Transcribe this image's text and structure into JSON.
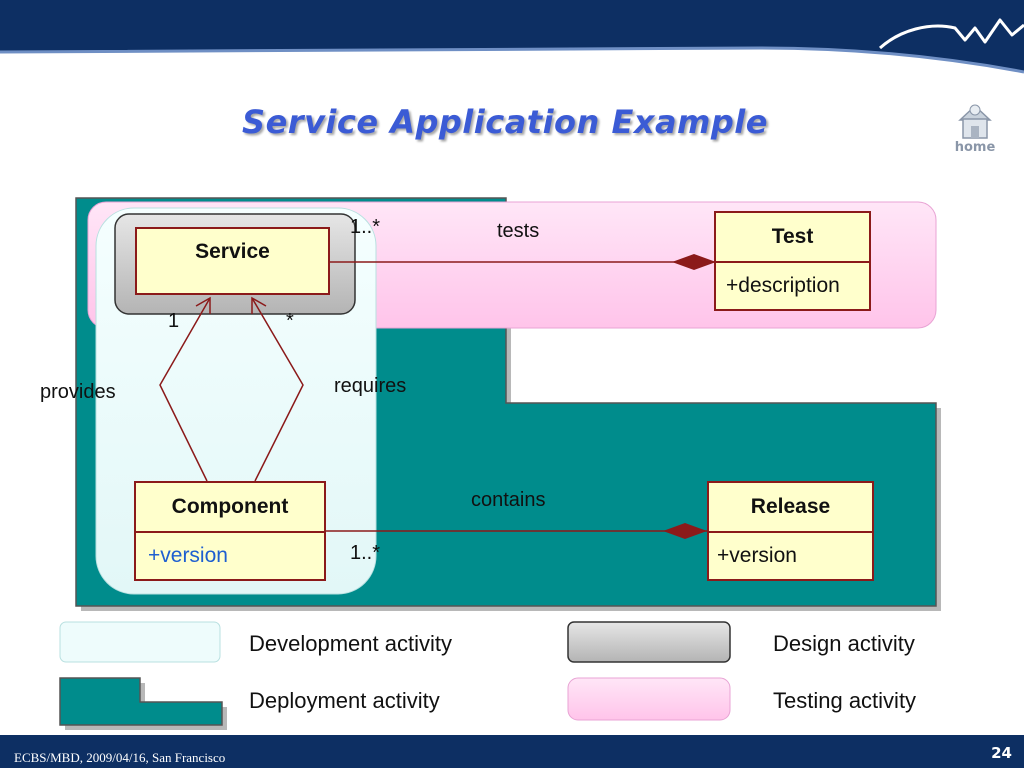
{
  "slide": {
    "title": "Service Application Example",
    "home_label": "home",
    "footer_left": "ECBS/MBD, 2009/04/16, San Francisco",
    "page_number": "24"
  },
  "classes": {
    "service": {
      "name": "Service"
    },
    "test": {
      "name": "Test",
      "attribute": "+description"
    },
    "component": {
      "name": "Component",
      "attribute": "+version"
    },
    "release": {
      "name": "Release",
      "attribute": "+version"
    }
  },
  "associations": {
    "tests": {
      "label": "tests",
      "multiplicity": "1..*"
    },
    "contains": {
      "label": "contains",
      "multiplicity": "1..*"
    },
    "provides": {
      "label": "provides",
      "multiplicity": "1"
    },
    "requires": {
      "label": "requires",
      "multiplicity": "*"
    }
  },
  "legend": {
    "development": "Development activity",
    "design": "Design activity",
    "deployment": "Deployment activity",
    "testing": "Testing activity"
  },
  "colors": {
    "header_navy": "#0d2f63",
    "deployment_teal": "#008c8c",
    "development_fill": "#eefcfc",
    "testing_fill": "#ffd6f2",
    "design_gray": "#c8c8c8",
    "class_fill": "#ffffcc",
    "relation_dark_red": "#8b1a1a",
    "title_blue": "#3b5bd5",
    "component_attr_blue": "#1e5fd0"
  }
}
